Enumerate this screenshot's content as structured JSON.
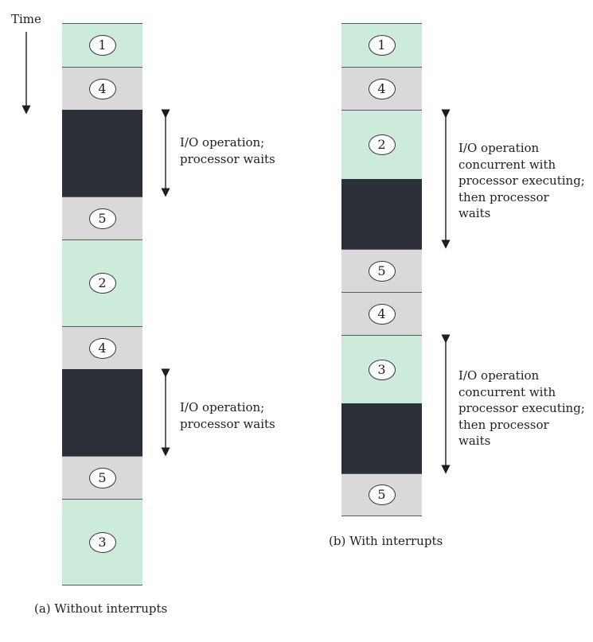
{
  "time_label": "Time",
  "panel_a": {
    "caption": "(a) Without interrupts",
    "note_1": "I/O operation;\nprocessor waits",
    "note_2": "I/O operation;\nprocessor waits",
    "segments": [
      {
        "label": "1",
        "kind": "user"
      },
      {
        "label": "4",
        "kind": "io-setup"
      },
      {
        "label": "",
        "kind": "io-wait"
      },
      {
        "label": "5",
        "kind": "io-complete"
      },
      {
        "label": "2",
        "kind": "user"
      },
      {
        "label": "4",
        "kind": "io-setup"
      },
      {
        "label": "",
        "kind": "io-wait"
      },
      {
        "label": "5",
        "kind": "io-complete"
      },
      {
        "label": "3",
        "kind": "user"
      }
    ]
  },
  "panel_b": {
    "caption": "(b) With interrupts",
    "note_1": "I/O operation\nconcurrent with\nprocessor executing;\nthen processor\nwaits",
    "note_2": "I/O operation\nconcurrent with\nprocessor executing;\nthen processor\nwaits",
    "segments": [
      {
        "label": "1",
        "kind": "user"
      },
      {
        "label": "4",
        "kind": "io-setup"
      },
      {
        "label": "2",
        "kind": "user"
      },
      {
        "label": "",
        "kind": "io-wait"
      },
      {
        "label": "5",
        "kind": "io-complete"
      },
      {
        "label": "4",
        "kind": "io-setup"
      },
      {
        "label": "3",
        "kind": "user"
      },
      {
        "label": "",
        "kind": "io-wait"
      },
      {
        "label": "5",
        "kind": "io-complete"
      }
    ]
  },
  "colors": {
    "user": "#cdebdb",
    "io-setup": "#d9d9db",
    "io-wait": "#2d3039",
    "io-complete": "#d9d9db"
  }
}
